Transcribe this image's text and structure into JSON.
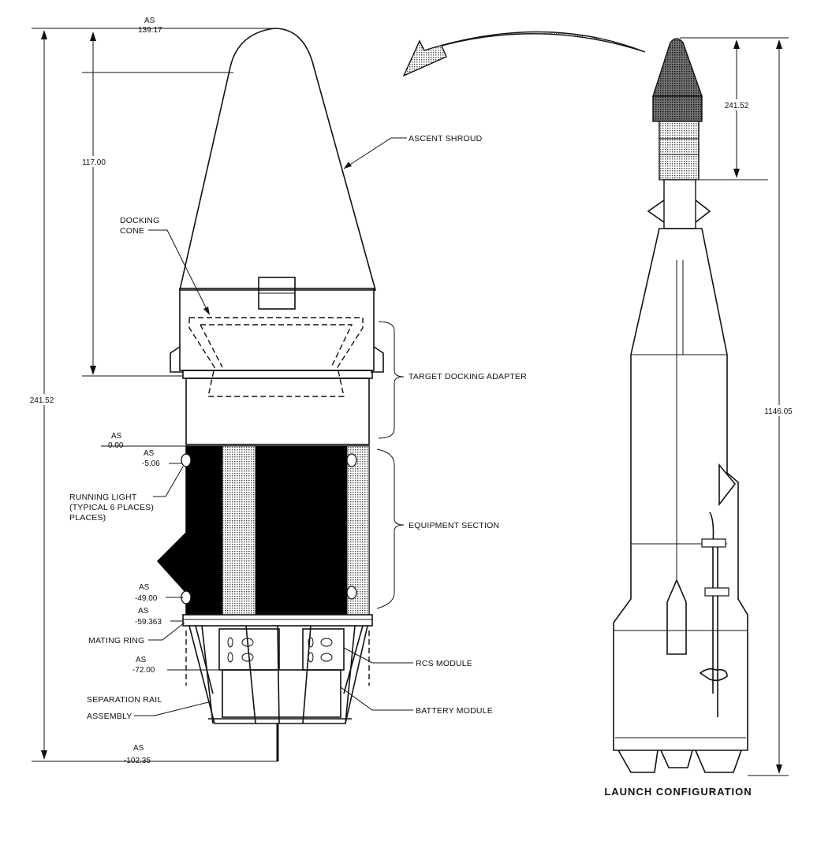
{
  "labels": {
    "ascent_shroud": "ASCENT SHROUD",
    "docking_cone": [
      "DOCKING",
      "CONE"
    ],
    "target_docking_adapter": "TARGET DOCKING ADAPTER",
    "equipment_section": "EQUIPMENT SECTION",
    "running_light": [
      "RUNNING LIGHT",
      "(TYPICAL 6 PLACES)",
      "PLACES)"
    ],
    "mating_ring": "MATING RING",
    "rcs_module": "RCS MODULE",
    "battery_module": "BATTERY MODULE",
    "separation_rail": [
      "SEPARATION RAIL",
      "ASSEMBLY"
    ],
    "launch_configuration": "LAUNCH CONFIGURATION"
  },
  "stations": {
    "top": [
      "AS",
      "139.17"
    ],
    "zero": [
      "AS",
      "0.00"
    ],
    "s506": [
      "AS",
      "-5.06"
    ],
    "s49": [
      "AS",
      "-49.00"
    ],
    "s59": [
      "AS",
      "-59.363"
    ],
    "s72": [
      "AS",
      "-72.00"
    ],
    "s102": [
      "AS",
      "-102.35"
    ]
  },
  "dimensions": {
    "shroud_height": "117.00",
    "total_height": "241.52",
    "vehicle_upper": "241.52",
    "vehicle_total": "1146.05"
  }
}
